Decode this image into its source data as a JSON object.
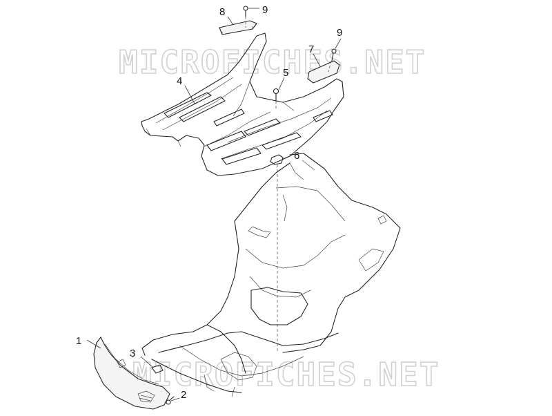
{
  "watermark": {
    "text": "MICROFICHES.NET"
  },
  "callouts": [
    {
      "id": "1",
      "label": "1"
    },
    {
      "id": "2",
      "label": "2"
    },
    {
      "id": "3",
      "label": "3"
    },
    {
      "id": "4",
      "label": "4"
    },
    {
      "id": "5",
      "label": "5"
    },
    {
      "id": "6",
      "label": "6"
    },
    {
      "id": "7",
      "label": "7"
    },
    {
      "id": "8",
      "label": "8"
    },
    {
      "id": "9a",
      "label": "9"
    },
    {
      "id": "9b",
      "label": "9"
    }
  ],
  "colors": {
    "line": "#222222",
    "watermark": "#d0d0d0",
    "background": "#ffffff"
  }
}
